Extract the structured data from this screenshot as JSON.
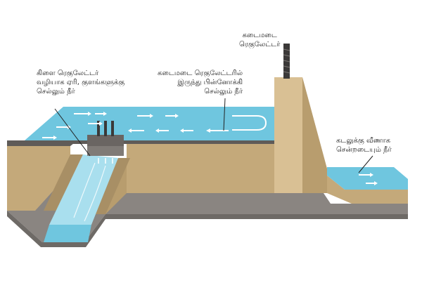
{
  "labels": {
    "branch_regulator": {
      "lines": [
        "கிளை ரெகுலேட்டர்",
        "வழியாக ஏரி, குளங்களுக்கு",
        "செல்லும் நீர்"
      ]
    },
    "backwater": {
      "lines": [
        "கடைமடை ரெகுலேட்டரில்",
        "இருந்து பின்னோக்கி",
        "செல்லும் நீர்"
      ]
    },
    "tail_end_regulator": {
      "lines": [
        "கடைமடை",
        "ரெகுலேட்டர்"
      ]
    },
    "waste_to_sea": {
      "lines": [
        "கடலுக்கு  வீணாக",
        "சென்றடையும் நீர்"
      ]
    }
  },
  "colors": {
    "water": "#6fc6df",
    "water_light": "#a9dfee",
    "earth_top": "#d9c094",
    "earth_front": "#c4a97a",
    "base_gray": "#8a8581",
    "base_dark": "#6e6a66",
    "leader": "#222222",
    "arrow": "#ffffff"
  }
}
